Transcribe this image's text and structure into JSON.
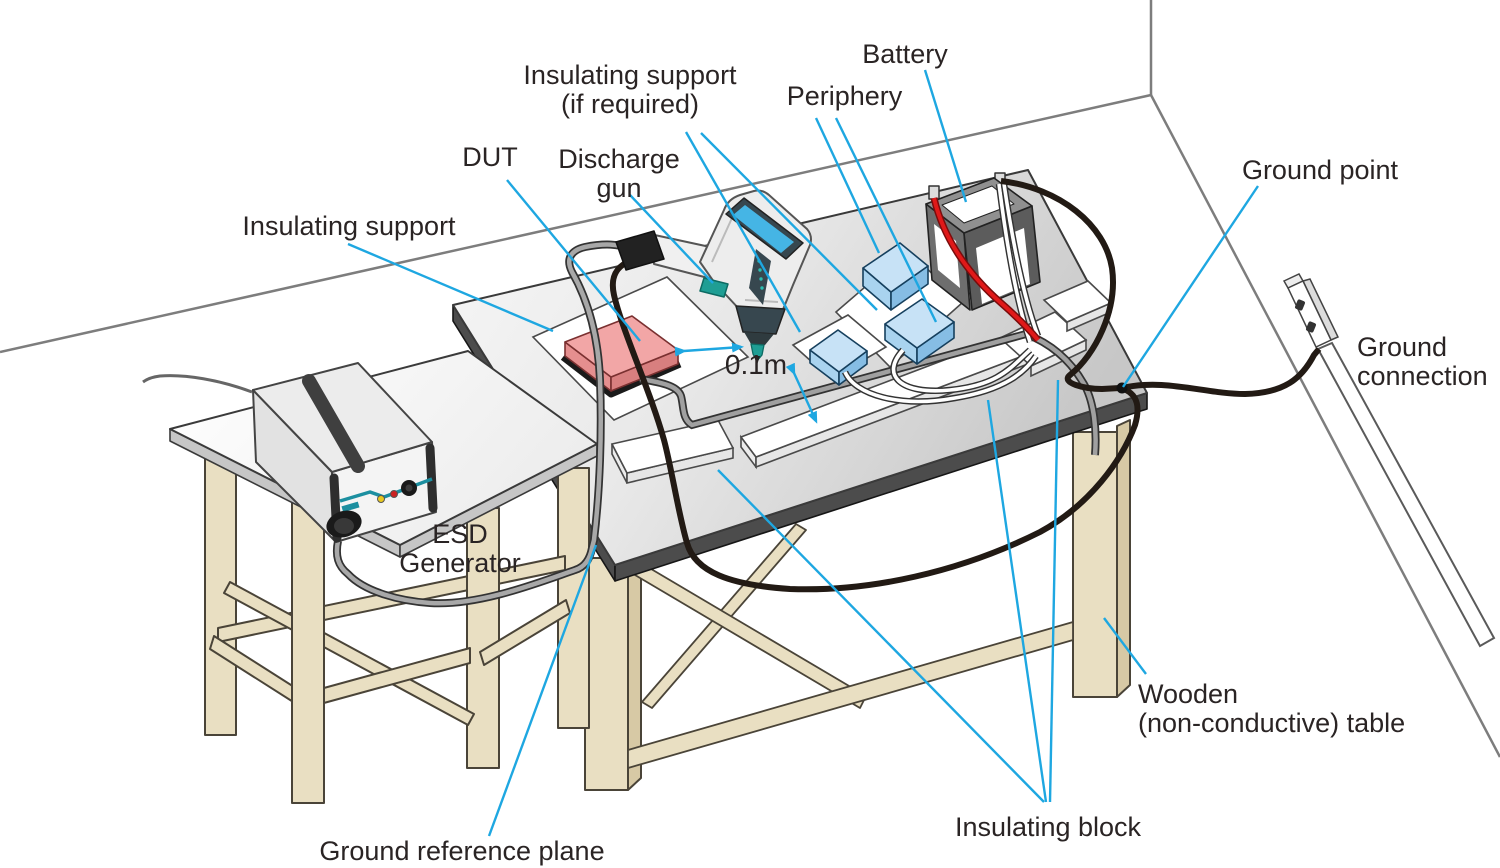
{
  "labels": {
    "insulating_support_if": {
      "line1": "Insulating support",
      "line2": "(if required)"
    },
    "battery": "Battery",
    "periphery": "Periphery",
    "dut": "DUT",
    "discharge_gun": {
      "line1": "Discharge",
      "line2": "gun"
    },
    "insulating_support": "Insulating support",
    "ground_point": "Ground point",
    "ground_connection": {
      "line1": "Ground",
      "line2": "connection"
    },
    "esd_generator": {
      "line1": "ESD",
      "line2": "Generator"
    },
    "distance": "0.1m",
    "wooden_table": {
      "line1": "Wooden",
      "line2": "(non-conductive) table"
    },
    "insulating_block": "Insulating block",
    "ground_reference_plane": "Ground reference plane"
  },
  "colors": {
    "leader_line": "#1ea7e1",
    "label_text": "#2a2424",
    "wall_line": "#7d7d7d",
    "table_top_light": "#f6f6f6",
    "table_top_dark": "#c9c9c9",
    "table_rim": "#4c4c4c",
    "wood": "#e9dfc2",
    "wood_shade": "#d7c9a5",
    "dut_pink": "#f2a6a6",
    "periphery_blue": "#c7e2f6",
    "battery_gray": "#5c5c5c",
    "cable_red": "#d01818",
    "cable_black": "#221a14",
    "gun_teal": "#1f9e94",
    "gun_screen_blue": "#45b5e5"
  }
}
